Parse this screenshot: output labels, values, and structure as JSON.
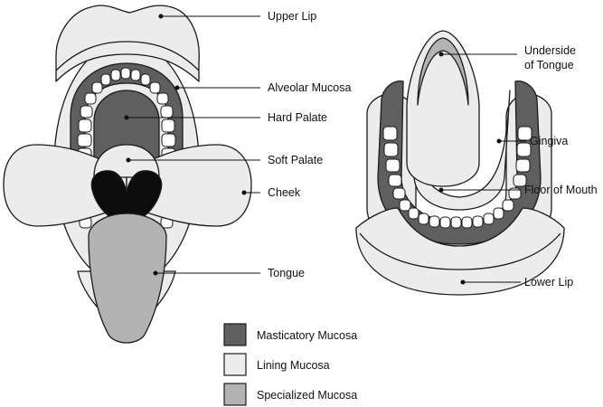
{
  "colors": {
    "masticatory": "#5f5f5f",
    "lining": "#ececec",
    "specialized": "#b3b3b3",
    "outline": "#1a1a1a",
    "black": "#0c0c0c",
    "background": "#ffffff"
  },
  "labels": {
    "upper_lip": "Upper Lip",
    "alveolar_mucosa": "Alveolar Mucosa",
    "hard_palate": "Hard Palate",
    "soft_palate": "Soft Palate",
    "cheek": "Cheek",
    "tongue": "Tongue",
    "underside_tongue_1": "Underside",
    "underside_tongue_2": "of Tongue",
    "gingiva": "Gingiva",
    "floor_of_mouth": "Floor of Mouth",
    "lower_lip": "Lower Lip"
  },
  "legend": [
    {
      "label": "Masticatory Mucosa",
      "color": "#5f5f5f"
    },
    {
      "label": "Lining Mucosa",
      "color": "#ececec"
    },
    {
      "label": "Specialized Mucosa",
      "color": "#b3b3b3"
    }
  ]
}
